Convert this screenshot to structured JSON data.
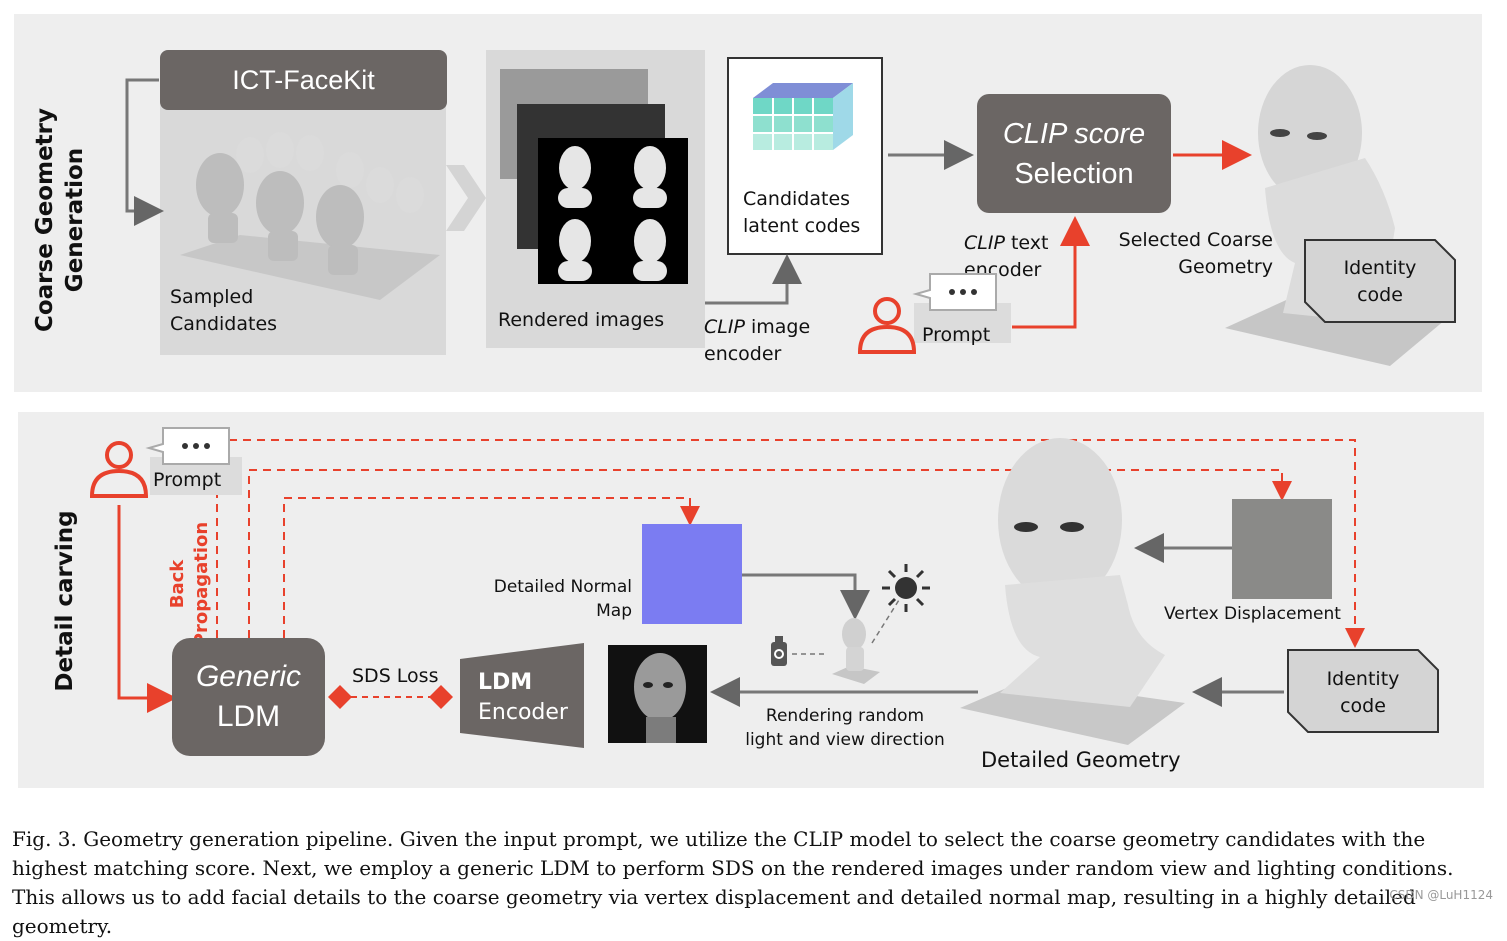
{
  "top_section": {
    "side_label": "Coarse Geometry Generation",
    "facekit_label": "ICT-FaceKit",
    "sampled_label": "Sampled Candidates",
    "rendered_label": "Rendered images",
    "latent_label": "Candidates latent codes",
    "image_encoder_italic": "CLIP",
    "image_encoder_rest": " image encoder",
    "clip_score_line1": "CLIP score",
    "clip_score_line2": "Selection",
    "text_encoder_italic": "CLIP",
    "text_encoder_rest": " text encoder",
    "prompt_label": "Prompt",
    "selected_label": "Selected Coarse Geometry",
    "identity_label": "Identity code"
  },
  "bottom_section": {
    "side_label": "Detail carving",
    "back_prop_label": "Back Propagation",
    "prompt_label": "Prompt",
    "generic_line1": "Generic",
    "generic_line2": "LDM",
    "sds_label": "SDS Loss",
    "ldm_encoder_line1": "LDM",
    "ldm_encoder_line2": "Encoder",
    "normal_map_label": "Detailed Normal Map",
    "rendering_label": "Rendering random light and view direction",
    "detailed_geometry_label": "Detailed Geometry",
    "vertex_disp_label": "Vertex Displacement",
    "identity_label": "Identity code"
  },
  "caption": "Fig. 3.  Geometry generation pipeline. Given the input prompt, we utilize the CLIP model to select the coarse geometry candidates with the highest matching score. Next, we employ a generic LDM to perform SDS on the rendered images under random view and lighting conditions. This allows us to add facial details to the coarse geometry via vertex displacement and detailed normal map, resulting in a highly detailed geometry.",
  "watermark": "CSDN @LuH1124",
  "colors": {
    "accent_red": "#e8412c",
    "dark_box": "#6b6664",
    "panel_bg": "#eeeeee"
  }
}
